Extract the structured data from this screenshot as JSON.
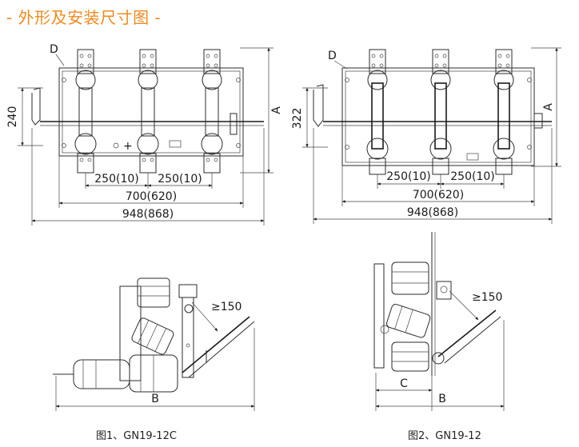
{
  "header": {
    "title": "- 外形及安装尺寸图 -"
  },
  "figure1": {
    "caption": "图1、GN19-12C",
    "label_d": "D",
    "label_a": "A",
    "dim_height": "240",
    "dim_pitch_1": "250(10)",
    "dim_pitch_2": "250(10)",
    "dim_mount": "700(620)",
    "dim_overall": "948(868)",
    "side_clearance": "≥150",
    "side_label_b": "B"
  },
  "figure2": {
    "caption": "图2、GN19-12",
    "label_d": "D",
    "label_a": "A",
    "dim_height": "322",
    "dim_pitch_1": "250(10)",
    "dim_pitch_2": "250(10)",
    "dim_mount": "700(620)",
    "dim_overall": "948(868)",
    "side_clearance": "≥150",
    "side_label_c": "C",
    "side_label_b": "B"
  },
  "colors": {
    "accent": "#f08a1e",
    "line": "#2b2b2b"
  }
}
